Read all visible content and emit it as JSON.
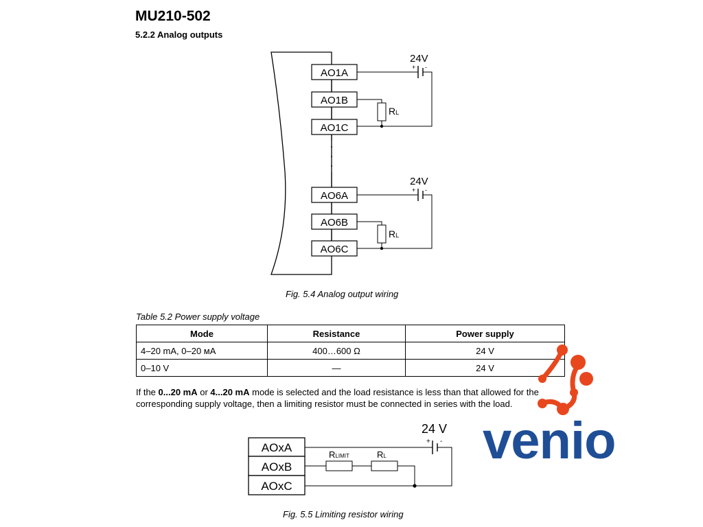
{
  "document": {
    "title": "MU210-502",
    "section": "5.2.2 Analog outputs"
  },
  "fig54": {
    "terminals": [
      "AO1A",
      "AO1B",
      "AO1C",
      "AO6A",
      "AO6B",
      "AO6C"
    ],
    "voltage": "24V",
    "plus": "+",
    "minus": "-",
    "resistor": "R",
    "resistor_sub": "L",
    "caption": "Fig. 5.4   Analog output wiring"
  },
  "table": {
    "caption": "Table 5.2  Power supply voltage",
    "headers": [
      "Mode",
      "Resistance",
      "Power supply"
    ],
    "rows": [
      [
        "4–20 mA, 0–20 мA",
        "400…600 Ω",
        "24 V"
      ],
      [
        "0–10 V",
        "—",
        "24 V"
      ]
    ]
  },
  "note": {
    "p1": "If the ",
    "b1": "0...20 mA",
    "p2": " or ",
    "b2": "4...20 mA",
    "p3": " mode is selected and the load resistance is less than that allowed for the corresponding supply voltage, then a limiting resistor must be connected in series with the load."
  },
  "fig55": {
    "terminals": [
      "AOxA",
      "AOxB",
      "AOxC"
    ],
    "voltage": "24 V",
    "plus": "+",
    "minus": "-",
    "rlimit": "R",
    "rlimit_sub": "LIMIT",
    "rl": "R",
    "rl_sub": "L",
    "caption": "Fig. 5.5   Limiting resistor wiring"
  },
  "logo": {
    "text": "venio",
    "color_text": "#1f4e96",
    "color_mark": "#e8471e"
  }
}
